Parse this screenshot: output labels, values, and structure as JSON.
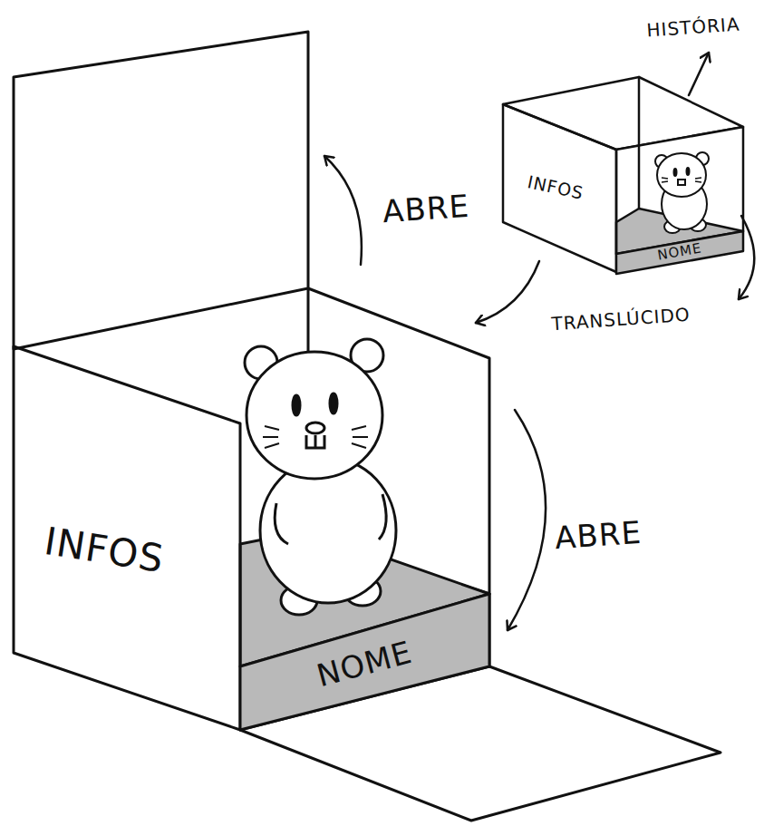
{
  "diagram": {
    "nodes": [
      {
        "text": [
          "INFOS"
        ]
      },
      {
        "text": [
          "NOME"
        ]
      },
      {
        "text": [
          "INFOS"
        ]
      },
      {
        "text": [
          "NOME"
        ]
      }
    ],
    "labels": [
      "ABRE",
      "ABRE",
      "HISTÓRIA",
      "TRANSLÚCIDO"
    ]
  }
}
